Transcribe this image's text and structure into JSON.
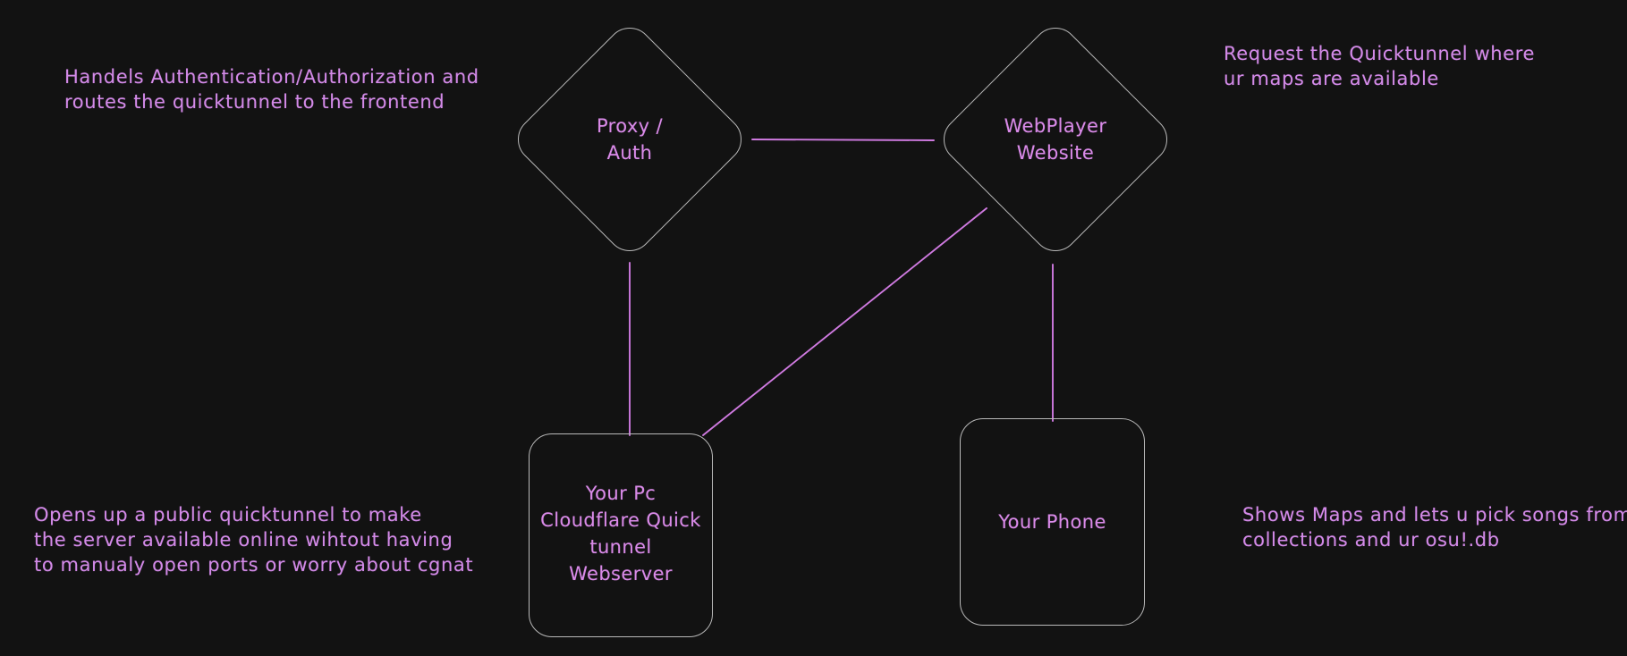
{
  "diagram": {
    "background_color": "#121212",
    "node_border_color": "#b9b9b9",
    "text_color": "#d98ae8",
    "edge_color": "#cf7ae0",
    "nodes": [
      {
        "id": "proxy-auth",
        "shape": "diamond",
        "label": "Proxy /\nAuth"
      },
      {
        "id": "webplayer-website",
        "shape": "diamond",
        "label": "WebPlayer\nWebsite"
      },
      {
        "id": "your-pc",
        "shape": "rounded-rect",
        "label": "Your Pc\nCloudflare Quick\ntunnel\nWebserver"
      },
      {
        "id": "your-phone",
        "shape": "rounded-rect",
        "label": "Your Phone"
      }
    ],
    "annotations": [
      {
        "id": "proxy-auth-note",
        "text": "Handels Authentication/Authorization and\nroutes the quicktunnel to the frontend"
      },
      {
        "id": "webplayer-note",
        "text": "Request the Quicktunnel where\nur maps are available"
      },
      {
        "id": "your-pc-note",
        "text": "Opens up a public quicktunnel to make\nthe server available online wihtout having\nto manualy open ports or worry about cgnat"
      },
      {
        "id": "your-phone-note",
        "text": "Shows Maps and lets u pick songs from\ncollections and ur osu!.db"
      }
    ],
    "edges": [
      {
        "id": "proxy-to-webplayer",
        "from": "proxy-auth",
        "to": "webplayer-website"
      },
      {
        "id": "proxy-to-yourpc",
        "from": "proxy-auth",
        "to": "your-pc"
      },
      {
        "id": "webplayer-to-yourpc",
        "from": "webplayer-website",
        "to": "your-pc"
      },
      {
        "id": "webplayer-to-yourphone",
        "from": "webplayer-website",
        "to": "your-phone"
      }
    ]
  }
}
